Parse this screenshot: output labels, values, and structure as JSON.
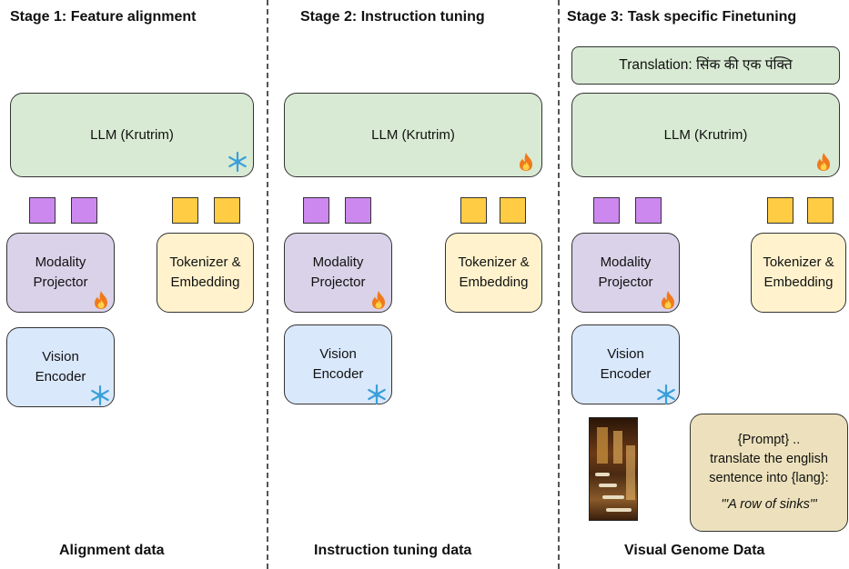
{
  "stages": [
    {
      "title": "Stage 1: Feature alignment",
      "llm": "LLM (Krutrim)",
      "llm_icon": "snowflake-icon",
      "projector": "Modality\nProjector",
      "projector_icon": "fire-icon",
      "tokenizer": "Tokenizer &\nEmbedding",
      "vision": "Vision\nEncoder",
      "vision_icon": "snowflake-icon",
      "footer": "Alignment data"
    },
    {
      "title": "Stage 2: Instruction tuning",
      "llm": "LLM (Krutrim)",
      "llm_icon": "fire-icon",
      "projector": "Modality\nProjector",
      "projector_icon": "fire-icon",
      "tokenizer": "Tokenizer &\nEmbedding",
      "vision": "Vision\nEncoder",
      "vision_icon": "snowflake-icon",
      "footer": "Instruction tuning data"
    },
    {
      "title": "Stage 3: Task specific Finetuning",
      "translation": "Translation: सिंक की एक पंक्ति",
      "llm": "LLM (Krutrim)",
      "llm_icon": "fire-icon",
      "projector": "Modality\nProjector",
      "projector_icon": "fire-icon",
      "tokenizer": "Tokenizer &\nEmbedding",
      "vision": "Vision\nEncoder",
      "vision_icon": "snowflake-icon",
      "prompt_lines": [
        "{Prompt} ..",
        "translate the english",
        "sentence into {lang}:"
      ],
      "prompt_quote": "'\"A row of sinks\"'",
      "footer": "Visual Genome Data"
    }
  ],
  "colors": {
    "llm": "#d8ead3",
    "projector": "#d9d2e9",
    "tokenizer": "#fff2cc",
    "vision": "#dae8fc",
    "prompt": "#ece1bc",
    "visual_token": "#cc88ee",
    "text_token": "#ffcc44",
    "snowflake": "#3aa0d8",
    "fire": "#f07a1a"
  }
}
